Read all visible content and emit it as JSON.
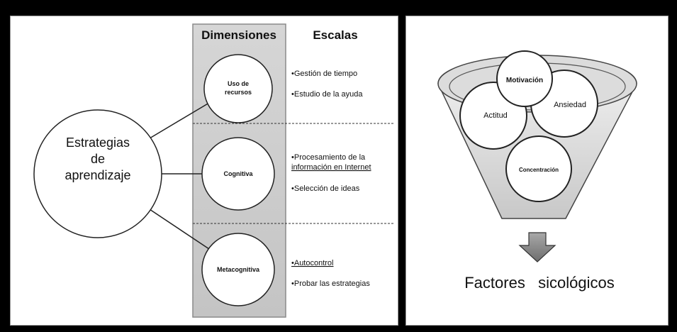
{
  "left_diagram": {
    "root": [
      "Estrategias",
      "de",
      "aprendizaje"
    ],
    "headers": {
      "dimensions": "Dimensiones",
      "scales": "Escalas"
    },
    "rows": [
      {
        "dimension": [
          "Uso de",
          "recursos"
        ],
        "scales": [
          "•Gestión de tiempo",
          "•Estudio de la ayuda"
        ]
      },
      {
        "dimension": [
          "Cognitiva"
        ],
        "scales": [
          "•Procesamiento de la",
          "información en Internet",
          "•Selección de ideas"
        ]
      },
      {
        "dimension": [
          "Metacognitiva"
        ],
        "scales": [
          "•Autocontrol",
          "•Probar las estrategias"
        ]
      }
    ]
  },
  "right_diagram": {
    "factors": [
      "Motivación",
      "Actitud",
      "Ansiedad",
      "Concentración"
    ],
    "caption": "Factores   sicológicos"
  }
}
